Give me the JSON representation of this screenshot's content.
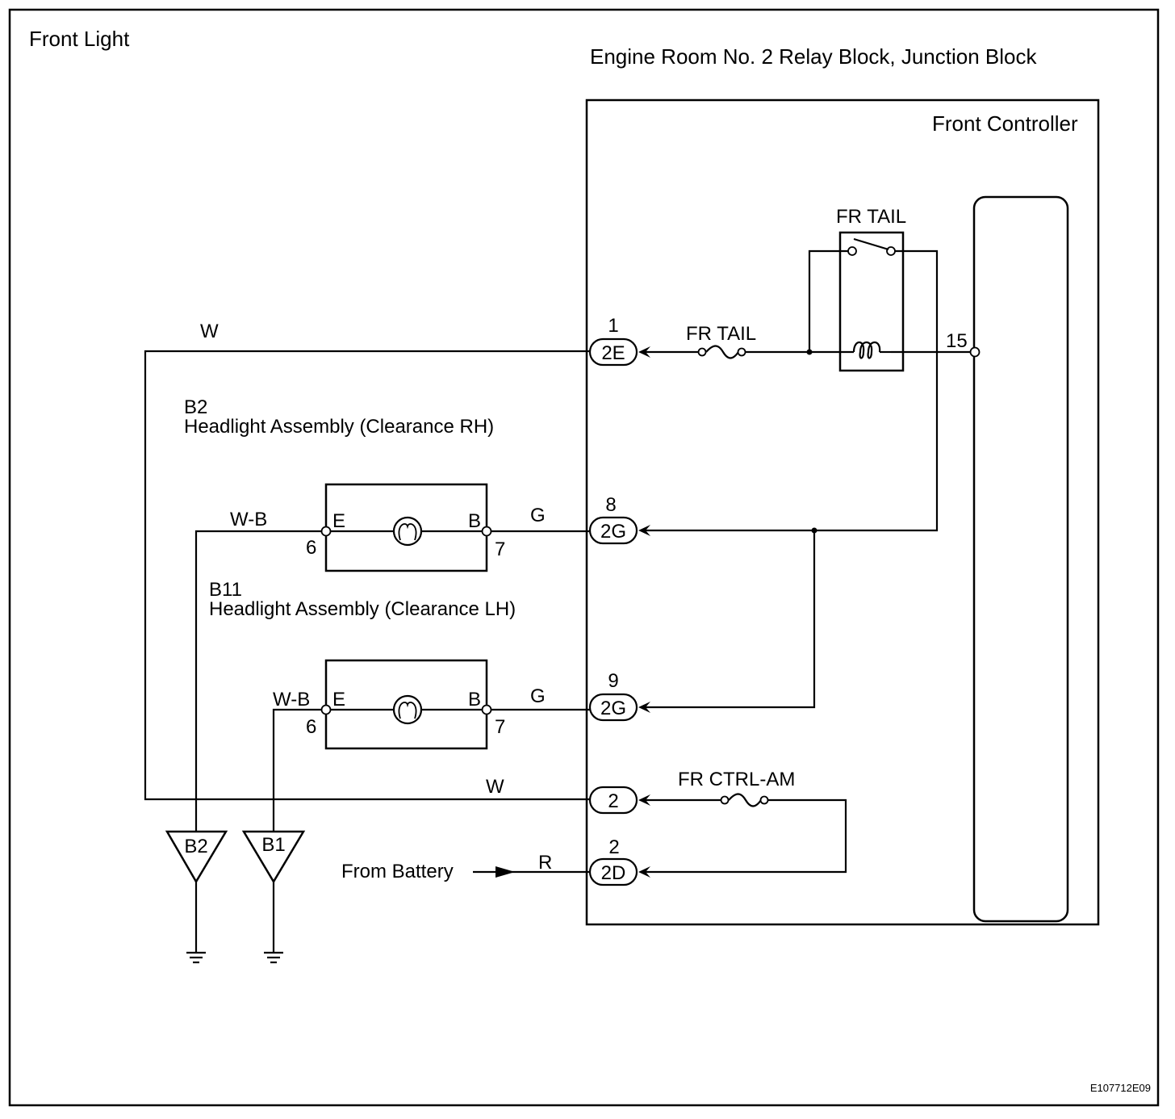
{
  "title": "Front Light",
  "block_title": "Engine Room No. 2 Relay Block, Junction Block",
  "controller_title": "Front Controller",
  "relay": {
    "name": "FR TAIL"
  },
  "fuses": {
    "fr_tail": "FR TAIL",
    "fr_ctrl_am": "FR CTRL-AM"
  },
  "connectors": [
    {
      "pin": "1",
      "code": "2E"
    },
    {
      "pin": "8",
      "code": "2G"
    },
    {
      "pin": "9",
      "code": "2G"
    },
    {
      "pin": "",
      "code": "2"
    },
    {
      "pin": "2",
      "code": "2D"
    }
  ],
  "controller_pin": "15",
  "headlights": [
    {
      "id": "B2",
      "name": "Headlight Assembly (Clearance RH)",
      "term_e": "E",
      "term_b": "B",
      "pin_e": "6",
      "pin_b": "7",
      "wire_ground": "W-B",
      "wire_signal": "G"
    },
    {
      "id": "B11",
      "name": "Headlight Assembly (Clearance LH)",
      "term_e": "E",
      "term_b": "B",
      "pin_e": "6",
      "pin_b": "7",
      "wire_ground": "W-B",
      "wire_signal": "G"
    }
  ],
  "wires": {
    "top": "W",
    "bottom": "W",
    "battery": "R"
  },
  "grounds": [
    {
      "label": "B2"
    },
    {
      "label": "B1"
    }
  ],
  "battery_label": "From Battery",
  "figure_code": "E107712E09"
}
